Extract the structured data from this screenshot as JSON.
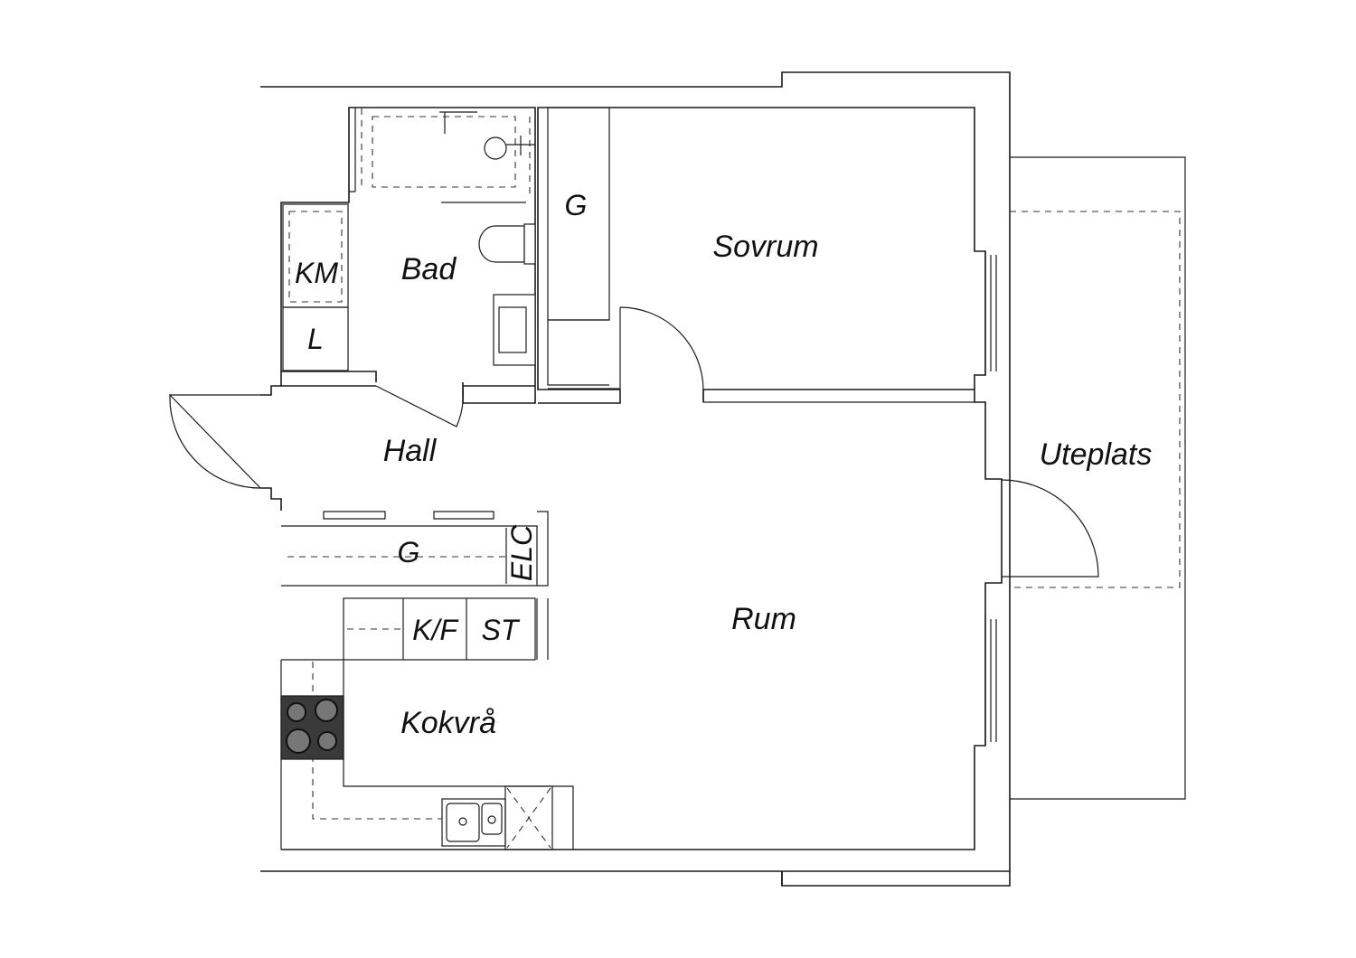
{
  "colors": {
    "line": "#1a1a1a",
    "background": "#ffffff",
    "stove": "#3a3a3a"
  },
  "rooms": {
    "bad": "Bad",
    "sovrum": "Sovrum",
    "hall": "Hall",
    "rum": "Rum",
    "kokvra": "Kokvrå",
    "uteplats": "Uteplats"
  },
  "fixtures": {
    "km": "KM",
    "l": "L",
    "g_bedroom": "G",
    "g_hall": "G",
    "elc": "ELC",
    "kf": "K/F",
    "st": "ST"
  }
}
